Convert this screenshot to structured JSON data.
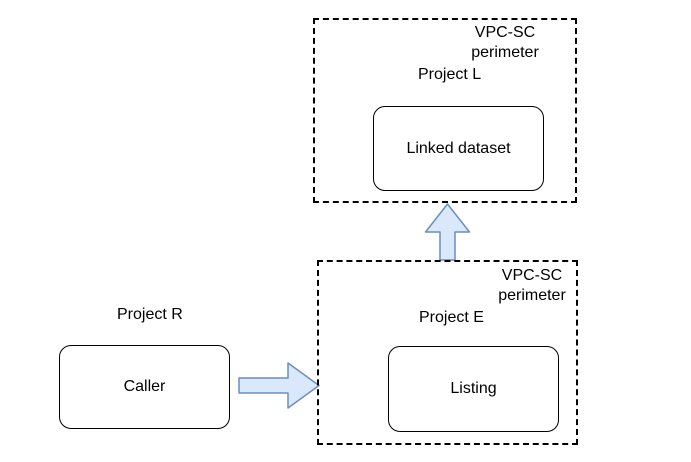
{
  "diagram": {
    "perimeter_l": {
      "perimeter_label": "VPC-SC\nperimeter",
      "project_label": "Project L",
      "node_label": "Linked dataset"
    },
    "perimeter_e": {
      "perimeter_label": "VPC-SC\nperimeter",
      "project_label": "Project E",
      "node_label": "Listing"
    },
    "external": {
      "project_label": "Project R",
      "node_label": "Caller"
    },
    "arrows": [
      {
        "id": "caller-to-perimeter-e",
        "direction": "right"
      },
      {
        "id": "perimeter-e-to-perimeter-l",
        "direction": "up"
      }
    ]
  },
  "colors": {
    "background": "#ffffff",
    "line": "#000000",
    "arrow_fill": "#dae8fc",
    "arrow_stroke": "#6c8ebf"
  }
}
